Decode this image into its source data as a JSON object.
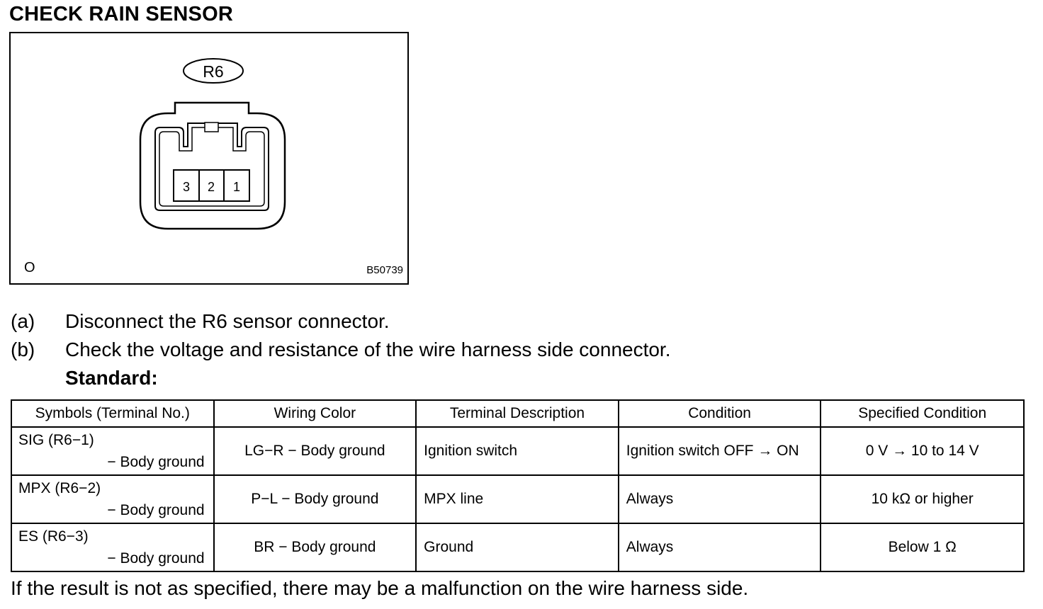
{
  "title": "CHECK RAIN SENSOR",
  "figure": {
    "connector_label": "R6",
    "pins": [
      "3",
      "2",
      "1"
    ],
    "corner_left": "O",
    "code": "B50739"
  },
  "steps": [
    {
      "label": "(a)",
      "text": "Disconnect the R6 sensor connector."
    },
    {
      "label": "(b)",
      "text": "Check the voltage and resistance of the wire harness side connector."
    }
  ],
  "standard_label": "Standard:",
  "table": {
    "headers": [
      "Symbols (Terminal No.)",
      "Wiring Color",
      "Terminal Description",
      "Condition",
      "Specified Condition"
    ],
    "rows": [
      {
        "symbol": "SIG (R6−1)",
        "symbol2": "− Body ground",
        "wiring": "LG−R − Body ground",
        "desc": "Ignition switch",
        "condition": "Ignition switch OFF → ON",
        "spec": "0 V → 10 to 14 V"
      },
      {
        "symbol": "MPX (R6−2)",
        "symbol2": "− Body ground",
        "wiring": "P−L − Body ground",
        "desc": "MPX line",
        "condition": "Always",
        "spec": "10 kΩ or higher"
      },
      {
        "symbol": "ES (R6−3)",
        "symbol2": "− Body ground",
        "wiring": "BR − Body ground",
        "desc": "Ground",
        "condition": "Always",
        "spec": "Below 1 Ω"
      }
    ]
  },
  "note": "If the result is not as specified, there may be a malfunction on the wire harness side."
}
